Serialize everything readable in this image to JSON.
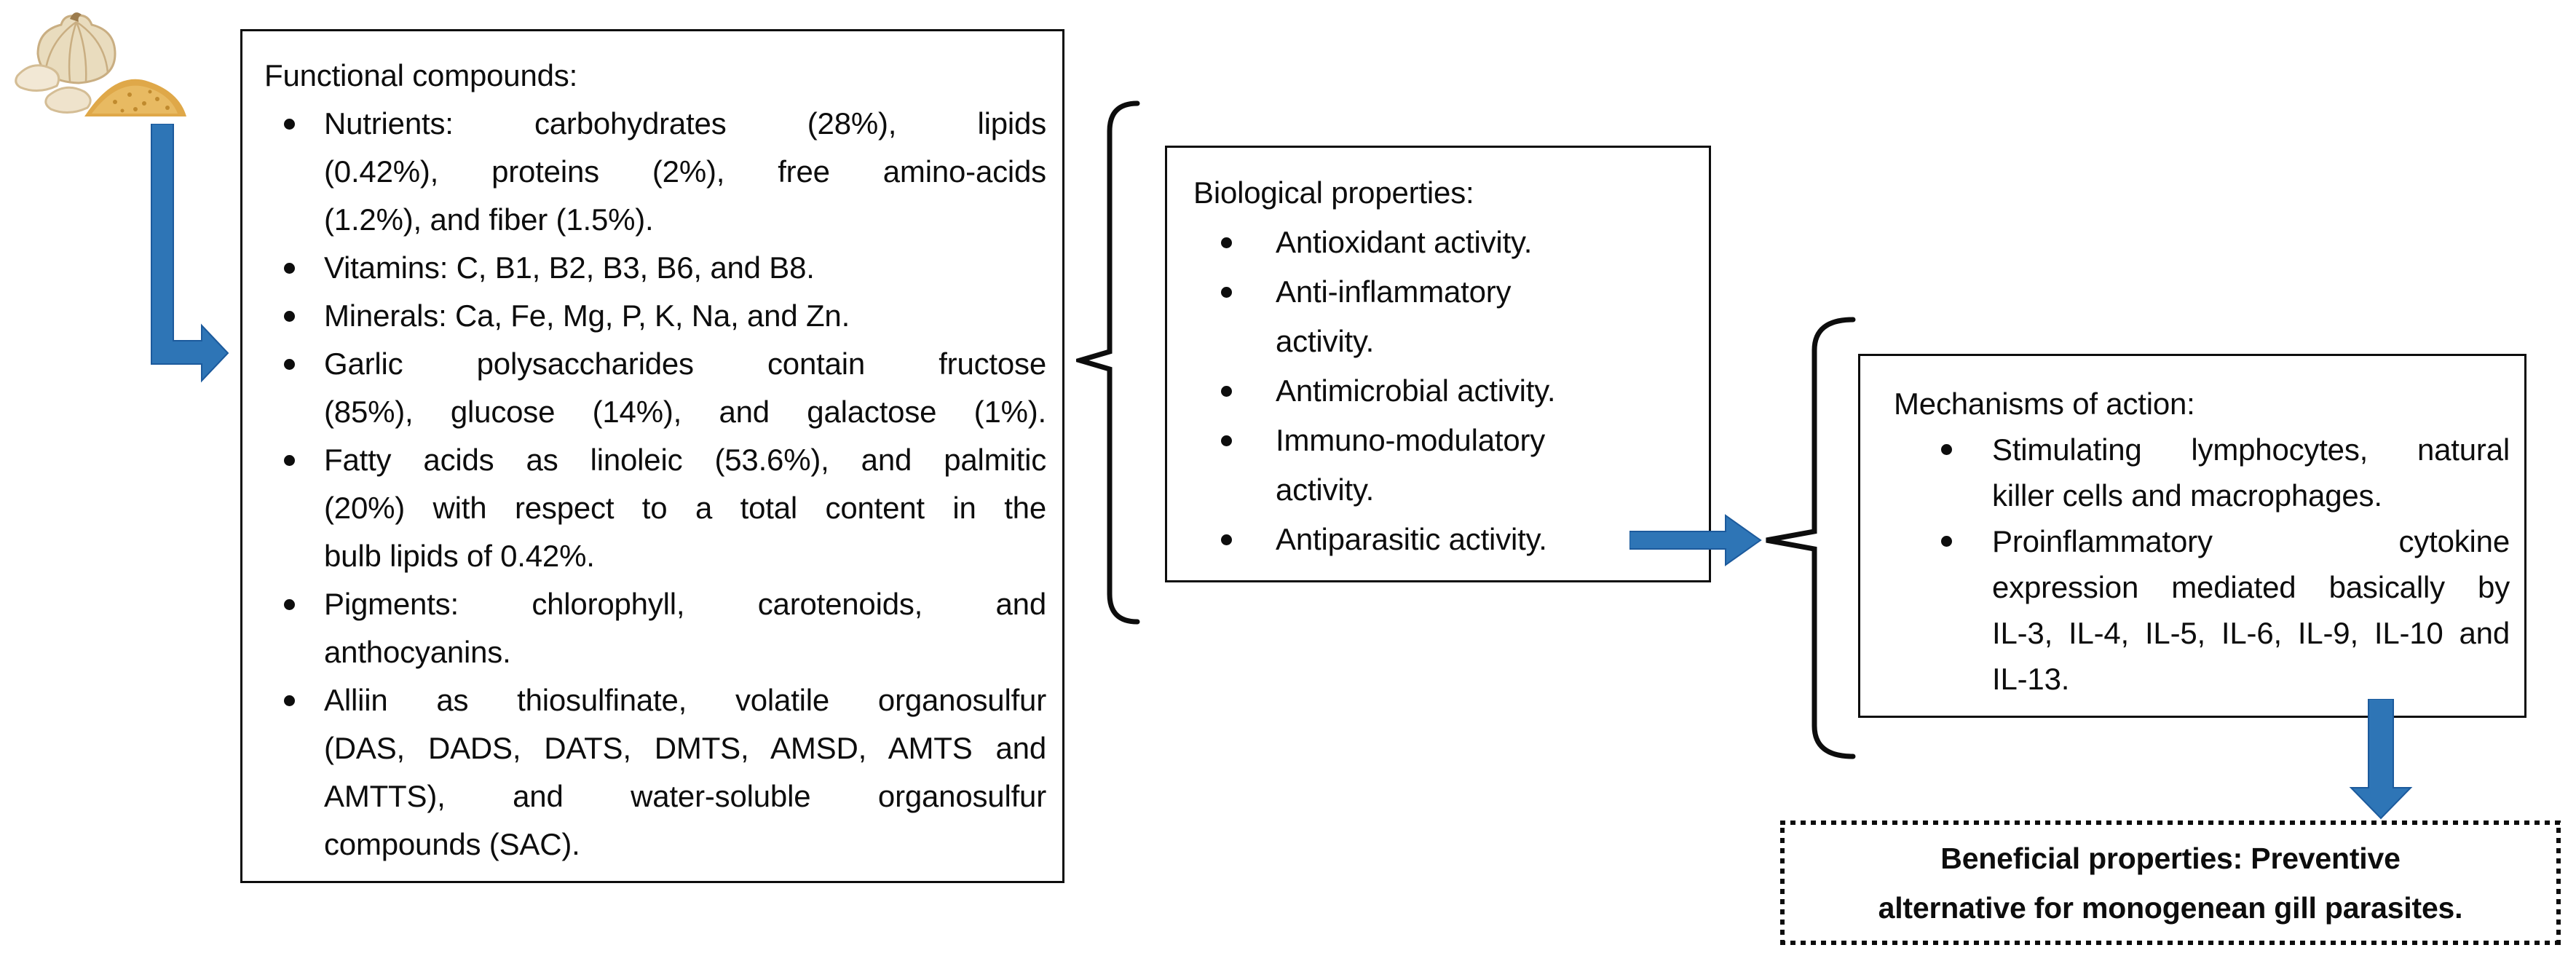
{
  "colors": {
    "arrow_blue": "#2E75B6",
    "arrow_blue_outline": "#1C5A9C",
    "box_border_black": "#0D0D0D",
    "garlic_powder_tan": "#DFA849",
    "garlic_bulb_cream": "#E9DCBE"
  },
  "garlic_photo": {
    "alt": "garlic bulb, cloves and garlic powder"
  },
  "functional_compounds": {
    "title": "Functional compounds:",
    "bullets": [
      {
        "lines": [
          "Nutrients: carbohydrates (28%), lipids",
          "(0.42%), proteins (2%), free amino-acids",
          "(1.2%), and fiber (1.5%)."
        ]
      },
      {
        "lines": [
          "Vitamins: C, B1, B2, B3, B6, and B8."
        ]
      },
      {
        "lines": [
          "Minerals: Ca, Fe, Mg, P, K, Na, and Zn."
        ]
      },
      {
        "lines": [
          "Garlic polysaccharides contain fructose",
          "(85%), glucose (14%), and galactose (1%)."
        ]
      },
      {
        "lines": [
          "Fatty acids as linoleic (53.6%), and palmitic",
          "(20%) with respect to a total content in the",
          "bulb lipids of 0.42%."
        ]
      },
      {
        "lines": [
          "Pigments: chlorophyll, carotenoids, and",
          "anthocyanins."
        ]
      },
      {
        "lines": [
          "Alliin as thiosulfinate, volatile organosulfur",
          "(DAS, DADS, DATS, DMTS, AMSD, AMTS and",
          "AMTTS), and water-soluble organosulfur",
          "compounds (SAC)."
        ]
      }
    ]
  },
  "biological_properties": {
    "title": "Biological properties:",
    "bullets": [
      {
        "lines": [
          "Antioxidant activity."
        ]
      },
      {
        "lines": [
          "Anti-inflammatory",
          "activity."
        ]
      },
      {
        "lines": [
          "Antimicrobial activity."
        ]
      },
      {
        "lines": [
          "Immuno-modulatory",
          "activity."
        ]
      },
      {
        "lines": [
          "Antiparasitic activity."
        ]
      }
    ]
  },
  "mechanisms_of_action": {
    "title": "Mechanisms of action:",
    "bullets": [
      {
        "lines": [
          "Stimulating lymphocytes, natural",
          "killer cells and macrophages."
        ]
      },
      {
        "lines": [
          "Proinflammatory cytokine",
          "expression mediated basically by",
          "IL-3, IL-4, IL-5, IL-6, IL-9, IL-10 and",
          "IL-13."
        ]
      }
    ]
  },
  "beneficial_properties": {
    "lines": [
      "Beneficial properties: Preventive",
      "alternative for monogenean gill parasites."
    ]
  }
}
